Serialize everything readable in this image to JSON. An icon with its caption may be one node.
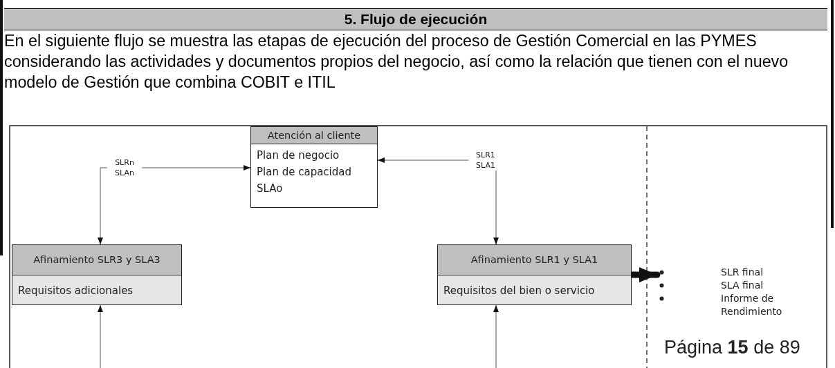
{
  "diagram": {
    "title": "5. Flujo de ejecución",
    "nodes": [
      {
        "text": [
          "Atención al cliente",
          "Plan de negocio",
          "Plan de capacidad",
          "SLAo"
        ]
      },
      {
        "text": [
          "Afinamiento SLR3 y SLA3",
          "Requisitos adicionales"
        ]
      },
      {
        "text": [
          "Afinamiento SLR1 y SLA1",
          "Requisitos del bien o servicio"
        ]
      },
      {
        "text": [
          "SLR final",
          "SLA final",
          "Informe de Rendimiento"
        ]
      }
    ],
    "edges": [
      {
        "from": 0,
        "to": 1,
        "arrow": "both",
        "label": "SLRn SLAn"
      },
      {
        "from": 0,
        "to": 2,
        "arrow": "both",
        "label": "SLR1 SLA1"
      },
      {
        "from": null,
        "to": 1,
        "arrow": "to"
      },
      {
        "from": null,
        "to": 2,
        "arrow": "to"
      },
      {
        "from": 2,
        "to": 3,
        "arrow": "to",
        "style": "thick"
      }
    ],
    "labels": [
      "En el siguiente flujo se muestra las etapas de ejecución del proceso de Gestión Comercial en las PYMES considerando las actividades y documentos propios del negocio, así como la relación que tienen con el nuevo modelo de Gestión que combina COBIT e ITIL",
      "Página **15** de 89"
    ]
  }
}
